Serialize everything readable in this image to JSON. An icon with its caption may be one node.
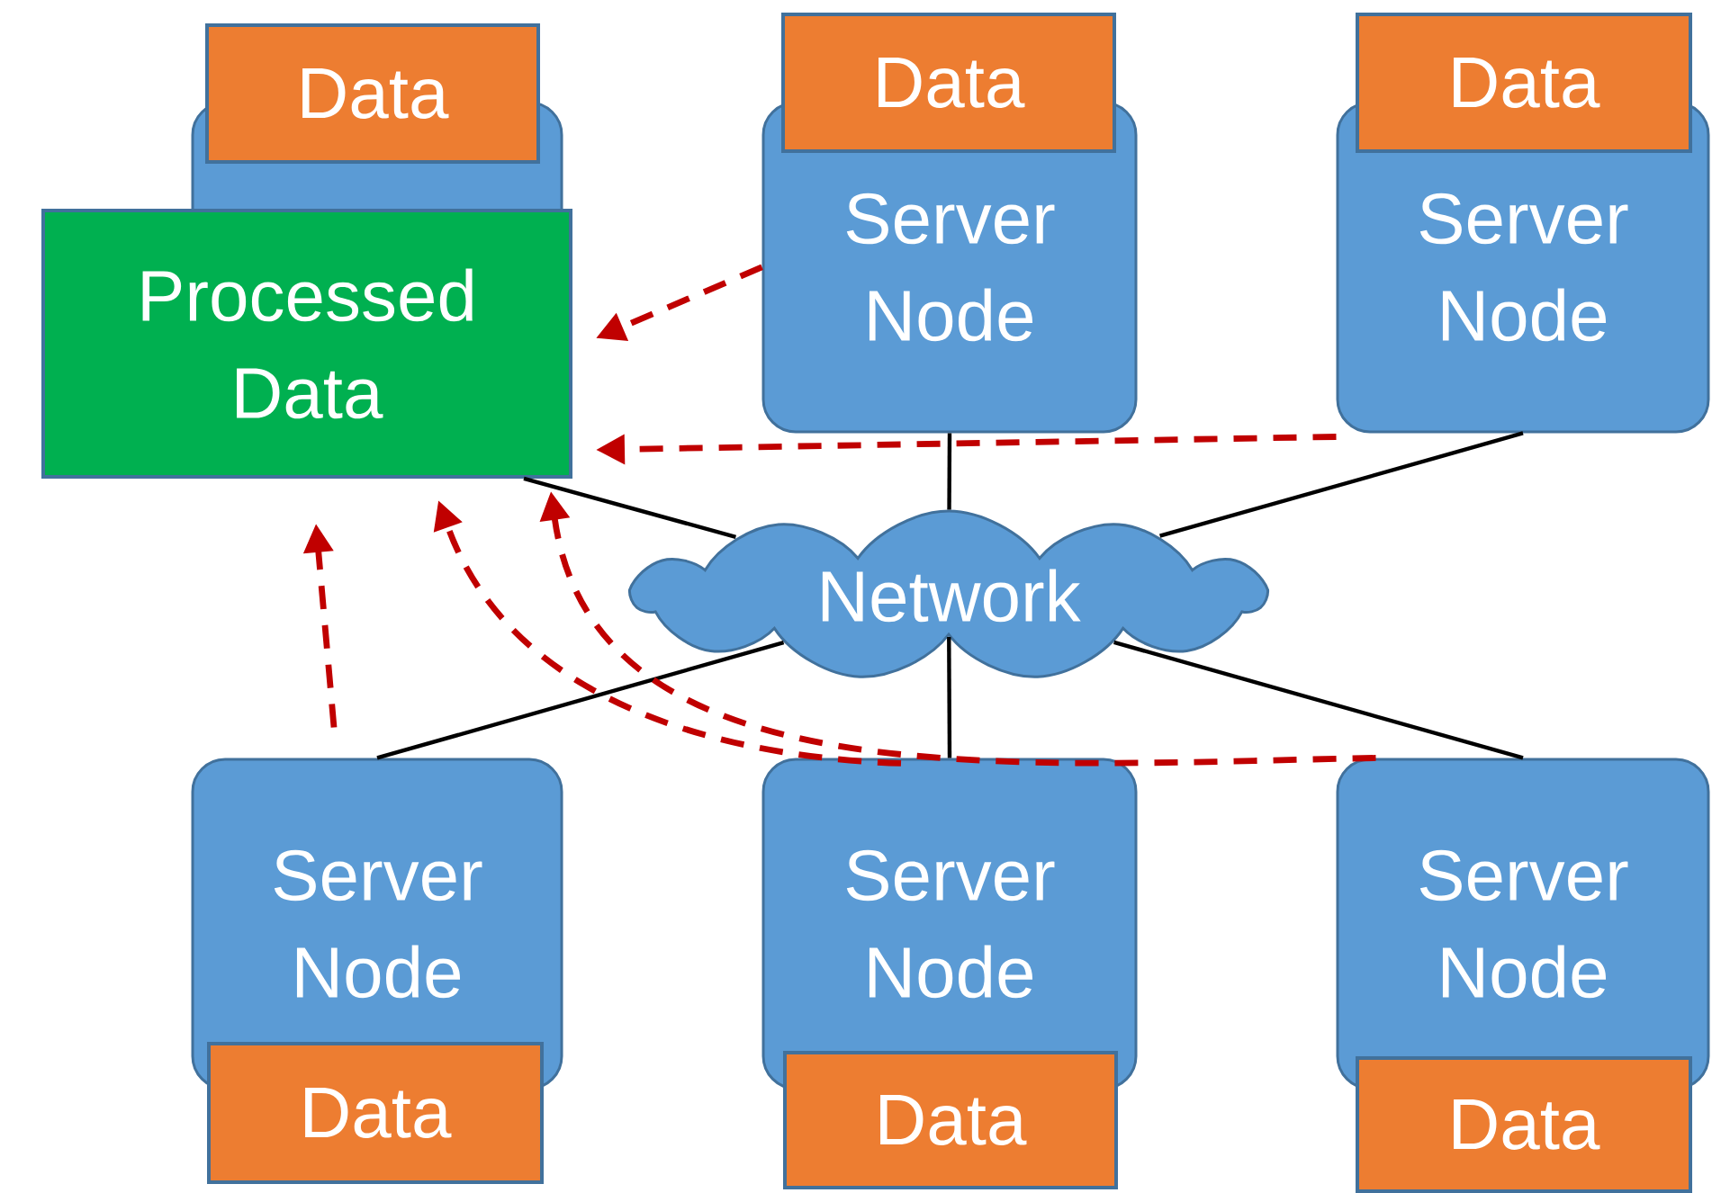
{
  "diagram": {
    "nodes": [
      {
        "text": [],
        "shape": "box"
      },
      {
        "text": [
          "Data"
        ]
      },
      {
        "text": [
          "Server Node"
        ]
      },
      {
        "text": [
          "Data"
        ]
      },
      {
        "text": [
          "Server Node"
        ]
      },
      {
        "text": [
          "Data"
        ]
      },
      {
        "text": [
          "Processed Data"
        ]
      },
      {
        "text": [
          "Network"
        ]
      },
      {
        "text": [
          "Server Node"
        ]
      },
      {
        "text": [
          "Data"
        ]
      },
      {
        "text": [
          "Server Node"
        ]
      },
      {
        "text": [
          "Data"
        ]
      },
      {
        "text": [
          "Server Node"
        ]
      },
      {
        "text": [
          "Data"
        ]
      }
    ],
    "edges": [
      {
        "from": 6,
        "to": 7,
        "arrow": "none"
      },
      {
        "from": 2,
        "to": 7,
        "arrow": "none"
      },
      {
        "from": 4,
        "to": 7,
        "arrow": "none"
      },
      {
        "from": 8,
        "to": 7,
        "arrow": "none"
      },
      {
        "from": 10,
        "to": 7,
        "arrow": "none"
      },
      {
        "from": 12,
        "to": 7,
        "arrow": "none"
      },
      {
        "from": 2,
        "to": 6,
        "arrow": "to",
        "style": "dashed",
        "color": "#c00000"
      },
      {
        "from": 4,
        "to": 6,
        "arrow": "to",
        "style": "dashed",
        "color": "#c00000"
      },
      {
        "from": 8,
        "to": 6,
        "arrow": "to",
        "style": "dashed",
        "color": "#c00000"
      },
      {
        "from": 10,
        "to": 6,
        "arrow": "to",
        "style": "dashed",
        "color": "#c00000"
      },
      {
        "from": 12,
        "to": 6,
        "arrow": "to",
        "style": "dashed",
        "color": "#c00000"
      }
    ]
  }
}
